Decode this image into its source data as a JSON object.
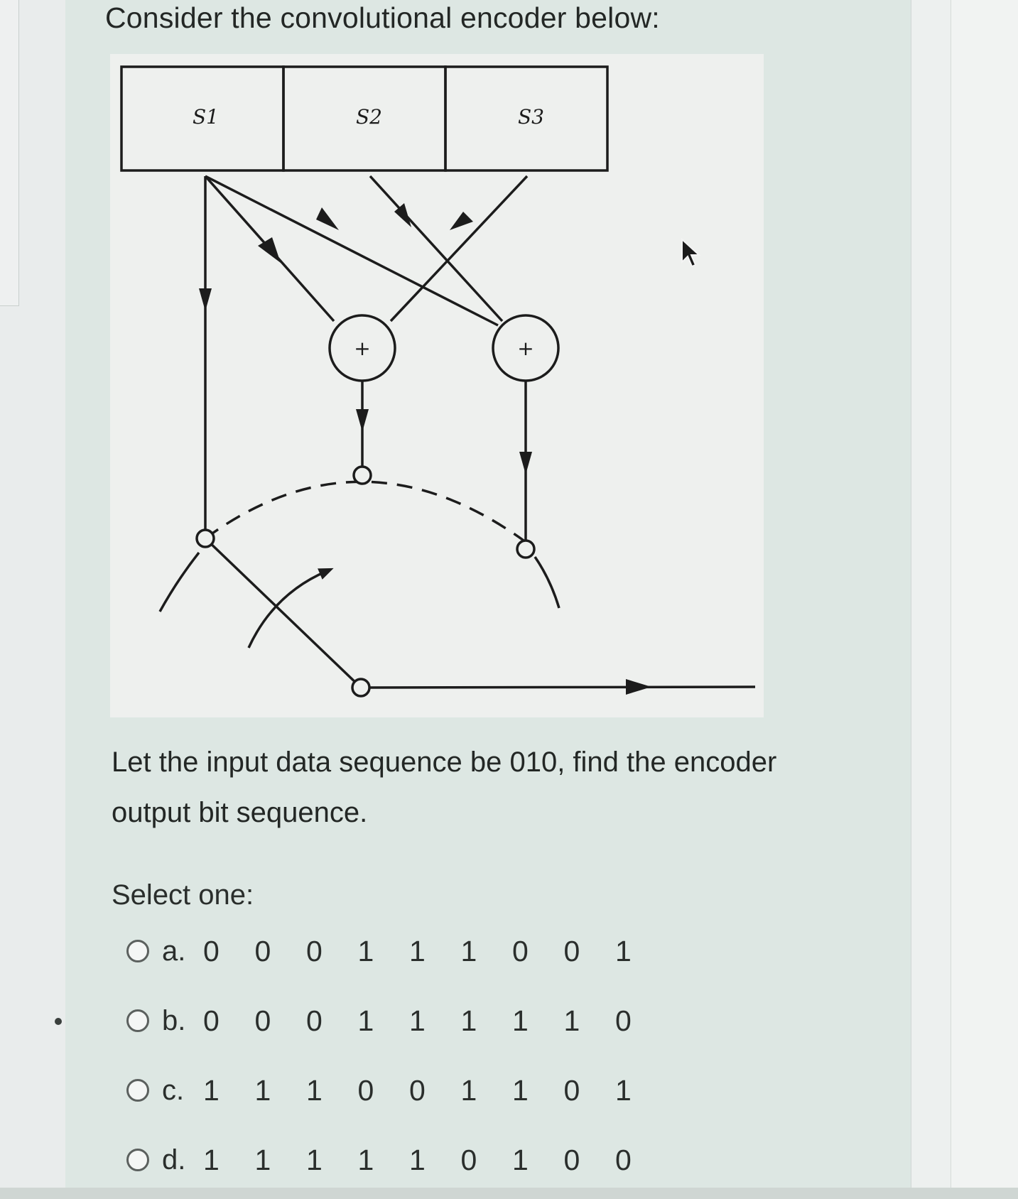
{
  "question": {
    "title": "Consider the convolutional encoder below:",
    "prompt": "Let the input data sequence be 010, find the encoder output bit sequence.",
    "select_label": "Select one:"
  },
  "diagram": {
    "registers": [
      "S1",
      "S2",
      "S3"
    ],
    "adder_symbol": "+"
  },
  "options": [
    {
      "letter": "a.",
      "bits": [
        "0",
        "0",
        "0",
        "1",
        "1",
        "1",
        "0",
        "0",
        "1"
      ]
    },
    {
      "letter": "b.",
      "bits": [
        "0",
        "0",
        "0",
        "1",
        "1",
        "1",
        "1",
        "1",
        "0"
      ]
    },
    {
      "letter": "c.",
      "bits": [
        "1",
        "1",
        "1",
        "0",
        "0",
        "1",
        "1",
        "0",
        "1"
      ]
    },
    {
      "letter": "d.",
      "bits": [
        "1",
        "1",
        "1",
        "1",
        "1",
        "0",
        "1",
        "0",
        "0"
      ]
    }
  ]
}
